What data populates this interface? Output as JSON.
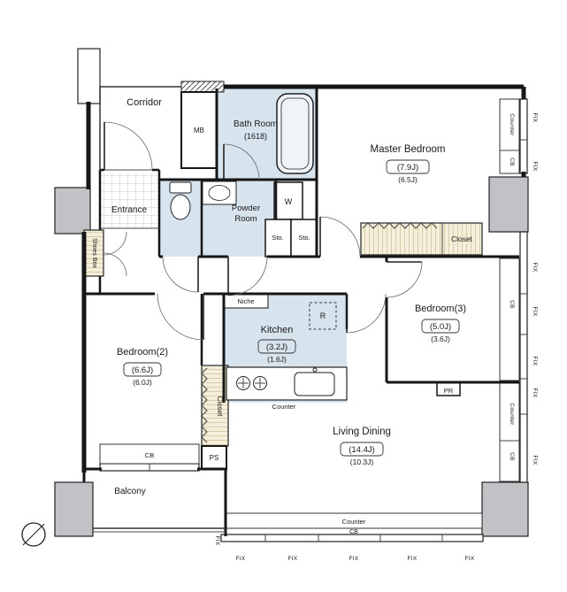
{
  "rooms": {
    "corridor": {
      "label": "Corridor"
    },
    "bath_room": {
      "label": "Bath Room",
      "size": "(1618)"
    },
    "master_bedroom": {
      "label": "Master Bedroom",
      "area": "(7.9J)",
      "area_sub": "(6.5J)"
    },
    "entrance": {
      "label": "Entrance"
    },
    "powder_room": {
      "label_line1": "Powder",
      "label_line2": "Room"
    },
    "kitchen": {
      "label": "Kitchen",
      "area": "(3.2J)",
      "area_sub": "(1.6J)"
    },
    "bedroom2": {
      "label": "Bedroom(2)",
      "area": "(6.6J)",
      "area_sub": "(6.0J)"
    },
    "bedroom3": {
      "label": "Bedroom(3)",
      "area": "(5.0J)",
      "area_sub": "(3.6J)"
    },
    "living_dining": {
      "label": "Living Dining",
      "area": "(14.4J)",
      "area_sub": "(10.3J)"
    },
    "balcony": {
      "label": "Balcony"
    }
  },
  "labels": {
    "meter_box": "MB",
    "washer": "W",
    "storage": "Sto.",
    "closet": "Closet",
    "shoes_box": "Shoes Box",
    "niche": "Niche",
    "refrigerator": "R",
    "counter": "Counter",
    "cabinet": "CB",
    "pipe_space": "PS",
    "pipe_rack": "PR",
    "fix": "FIX"
  },
  "colors": {
    "wet_area": "#d7e4ee",
    "closet_fill": "#f4eeda",
    "column": "#c0c2c6",
    "wall": "#161616"
  }
}
